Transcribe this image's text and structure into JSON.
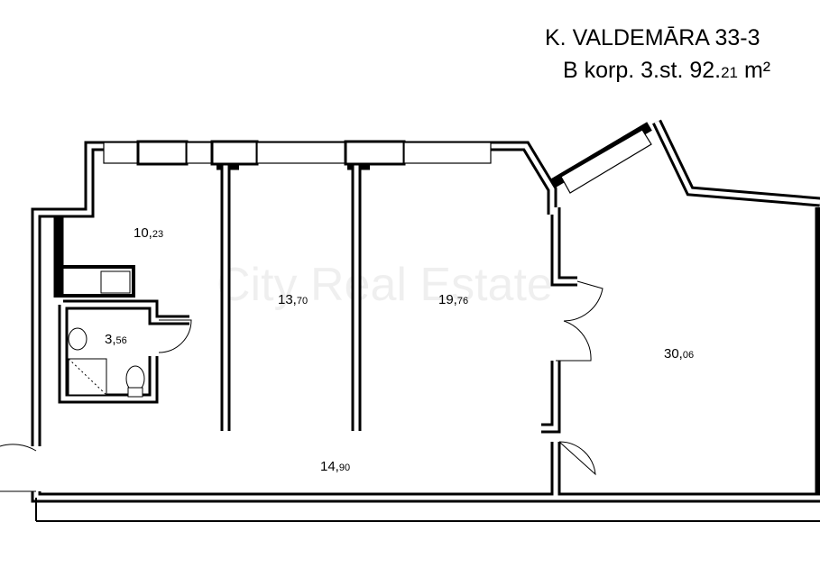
{
  "header": {
    "address": "K. VALDEMĀRA  33-3",
    "building": "B korp. 3.st. 92.",
    "total_decimal": "21",
    "unit": " m²"
  },
  "watermark": "City Real Estate",
  "rooms": [
    {
      "int": "10,",
      "dec": "23"
    },
    {
      "int": "3,",
      "dec": "56"
    },
    {
      "int": "13,",
      "dec": "70"
    },
    {
      "int": "19,",
      "dec": "76"
    },
    {
      "int": "30,",
      "dec": "06"
    },
    {
      "int": "14,",
      "dec": "90"
    }
  ]
}
